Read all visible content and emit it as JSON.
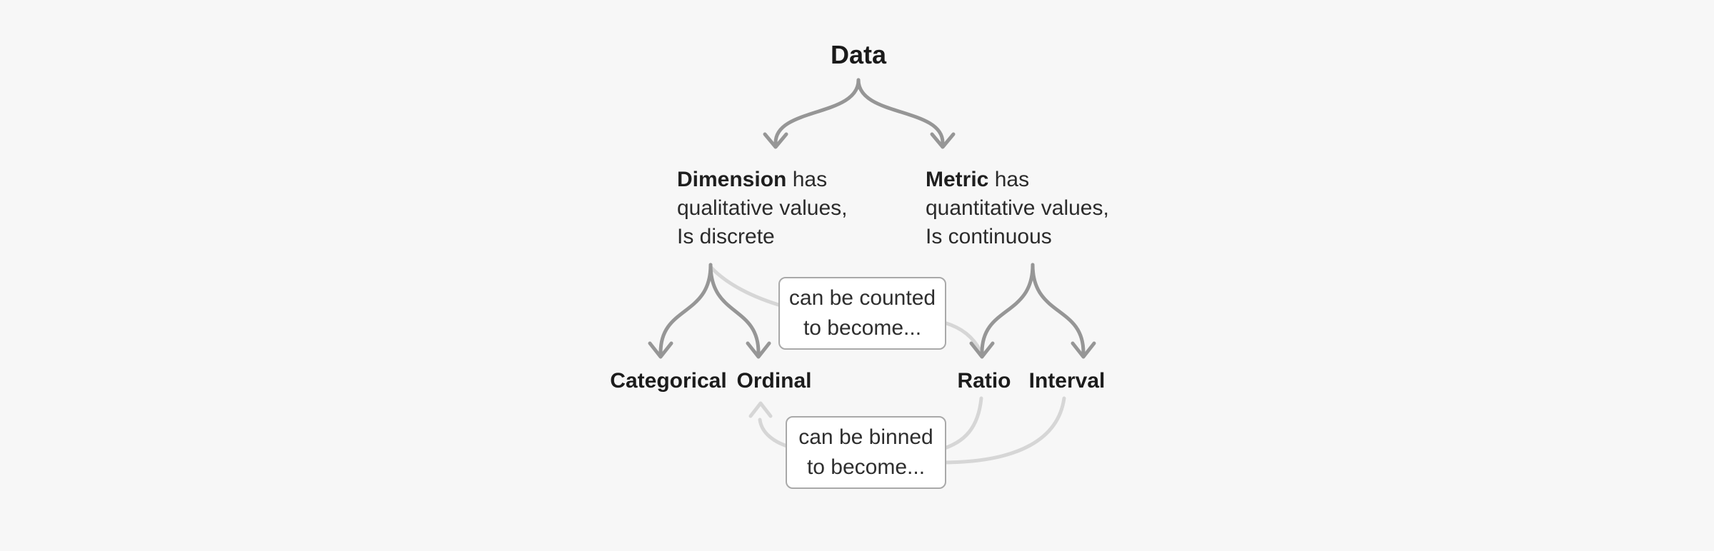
{
  "colors": {
    "background": "#f7f7f7",
    "arrow_dark": "#969696",
    "arrow_light": "#d6d6d6",
    "box_border": "#a9a9a9",
    "box_background": "#ffffff",
    "text": "#262626"
  },
  "root": {
    "label": "Data"
  },
  "dimension": {
    "term": "Dimension",
    "suffix": " has",
    "line2": "qualitative values,",
    "line3": "Is discrete"
  },
  "metric": {
    "term": "Metric",
    "suffix": " has",
    "line2": "quantitative values,",
    "line3": "Is continuous"
  },
  "leaves": {
    "categorical": "Categorical",
    "ordinal": "Ordinal",
    "ratio": "Ratio",
    "interval": "Interval"
  },
  "callouts": {
    "counted_line1": "can be counted",
    "counted_line2": "to become...",
    "binned_line1": "can be binned",
    "binned_line2": "to become..."
  }
}
